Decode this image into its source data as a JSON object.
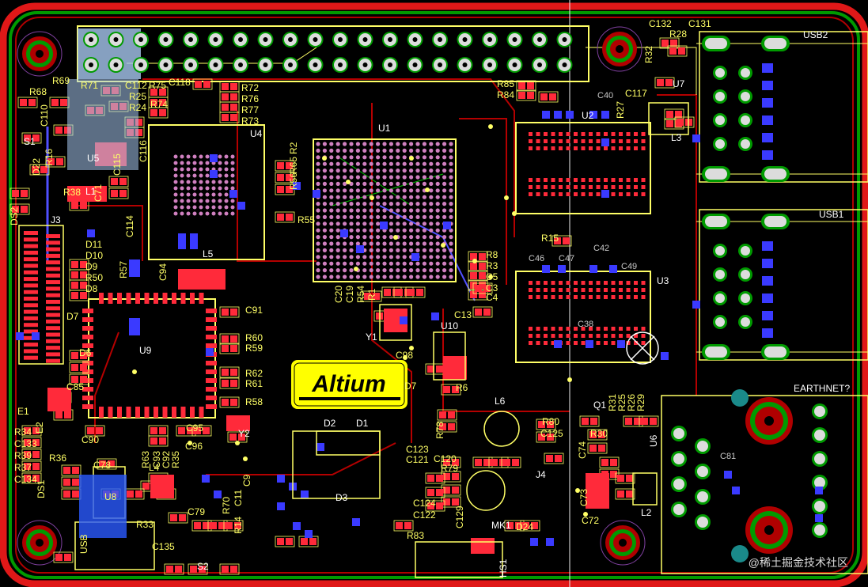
{
  "logo": {
    "text": "Altium"
  },
  "watermark": "@稀土掘金技术社区",
  "colors": {
    "board": "#000000",
    "edge": "#ff2020",
    "outline_green": "#00a800",
    "silk": "#ffff66",
    "pad": "#ff2a3a",
    "via": "#c8c8d8",
    "bottom_pad": "#3a3aff",
    "track_red": "#b40000",
    "track_blue": "#5050ff",
    "logo_bg": "#ffff00"
  },
  "labels": {
    "usb2": "USB2",
    "usb1": "USB1",
    "earthnet": "EARTHNET?",
    "c132": "C132",
    "c131": "C131",
    "r28": "R28",
    "r32": "R32",
    "u7": "U7",
    "c117": "C117",
    "r27": "R27",
    "l3": "L3",
    "r85": "R85",
    "r84": "R84",
    "c40": "C40",
    "u2": "U2",
    "u1": "U1",
    "u4": "U4",
    "r2": "R2",
    "r65": "R65",
    "r56": "R56",
    "r55": "R55",
    "l5": "L5",
    "r69": "R69",
    "r71": "R71",
    "c112": "C112",
    "r75": "R75",
    "c118": "C118",
    "r72": "R72",
    "r76": "R76",
    "r77": "R77",
    "r73": "R73",
    "r25": "R25",
    "r24": "R24",
    "r74": "R74",
    "r68": "R68",
    "s1": "S1",
    "r38": "R38",
    "l1": "L1",
    "j3": "J3",
    "ds2": "DS2",
    "d11": "D11",
    "d10": "D10",
    "d9": "D9",
    "r50": "R50",
    "d8": "D8",
    "d7": "D7",
    "d6": "D6",
    "r57": "R57",
    "c94": "C94",
    "u9": "U9",
    "c91": "C91",
    "r60": "R60",
    "r59": "R59",
    "r62": "R62",
    "r61": "R61",
    "r58": "R58",
    "c85": "C85",
    "c90": "C90",
    "e1": "E1",
    "e2": "E2",
    "r34": "R34",
    "c133": "C133",
    "r39": "R39",
    "r37": "R37",
    "c134": "C134",
    "r36": "R36",
    "c78": "C78",
    "u8": "U8",
    "ds1": "DS1",
    "usb": "USB",
    "r33": "R33",
    "c135": "C135",
    "s2": "S2",
    "c79": "C79",
    "l4": "L4",
    "c95": "C95",
    "c96": "C96",
    "y2": "Y2",
    "d2": "D2",
    "d1": "D1",
    "d3": "D3",
    "c20": "C20",
    "c19": "C19",
    "r54": "R54",
    "r1": "R1",
    "y1": "Y1",
    "u10": "U10",
    "c13": "C13",
    "c98": "C98",
    "d7b": "D7",
    "r6": "R6",
    "r8": "R8",
    "r3": "R3",
    "c5": "C5",
    "c3": "C3",
    "c4": "C4",
    "r15": "R15",
    "c46": "C46",
    "c47": "C47",
    "c42": "C42",
    "c49": "C49",
    "u3": "U3",
    "c38": "C38",
    "l6": "L6",
    "r80": "R80",
    "c125": "C125",
    "q1": "Q1",
    "r31": "R31",
    "r25b": "R25",
    "r26": "R26",
    "r29": "R29",
    "r30": "R30",
    "u6": "U6",
    "r78": "R78",
    "c123": "C123",
    "c121": "C121",
    "c120": "C120",
    "r79": "R79",
    "c124": "C124",
    "c122": "C122",
    "c129": "C129",
    "mk1": "MK1",
    "d24": "D24",
    "j4": "J4",
    "c74": "C74",
    "c73": "C73",
    "c72": "C72",
    "l2": "L2",
    "r83": "R83",
    "hs1": "HS1",
    "c81": "C81",
    "r70": "R70",
    "r14": "R14",
    "c11": "C11",
    "c9": "C9",
    "r63": "R63",
    "c93": "C93",
    "c92": "C92",
    "r35": "R35",
    "c114": "C114",
    "c116": "C116",
    "c110": "C110",
    "c71": "C71",
    "c115": "C115",
    "r16": "R16",
    "d22": "D22",
    "u5": "U5"
  }
}
